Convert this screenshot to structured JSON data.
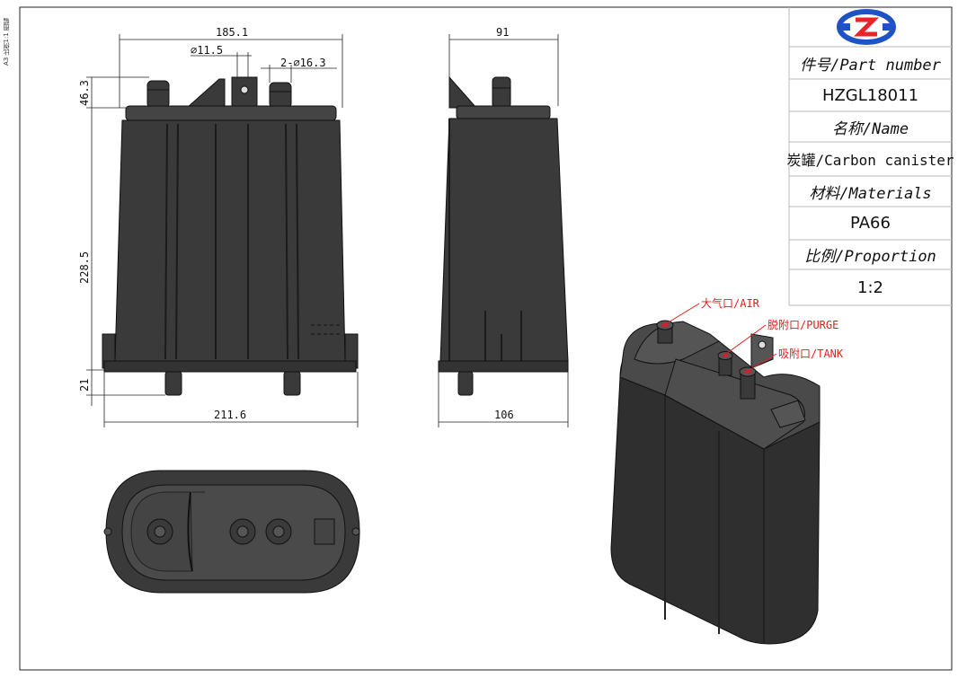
{
  "sheet_label": "A3 比例1:1 图幅",
  "dimensions": {
    "front_width_top": "185.1",
    "inlet_dia": "∅11.5",
    "outlet_dia": "2-∅16.3",
    "top_height": "46.3",
    "body_height": "228.5",
    "leg_height": "21",
    "front_width_bottom": "211.6",
    "side_width_top": "91",
    "side_width_bottom": "106"
  },
  "title_block": {
    "logo": "HZ",
    "part_number_label": "件号/Part number",
    "part_number_value": "HZGL18011",
    "name_label": "名称/Name",
    "name_value": "炭罐/Carbon canister",
    "materials_label": "材料/Materials",
    "materials_value": "PA66",
    "proportion_label": "比例/Proportion",
    "proportion_value": "1:2"
  },
  "callouts": {
    "air": "大气口/AIR",
    "purge": "脱附口/PURGE",
    "tank": "吸附口/TANK"
  },
  "colors": {
    "body": "#3a3a3a",
    "body_dark": "#1f1f1f",
    "callout": "#e0201b",
    "logo_blue": "#1f53c4",
    "logo_red": "#e8232a"
  }
}
